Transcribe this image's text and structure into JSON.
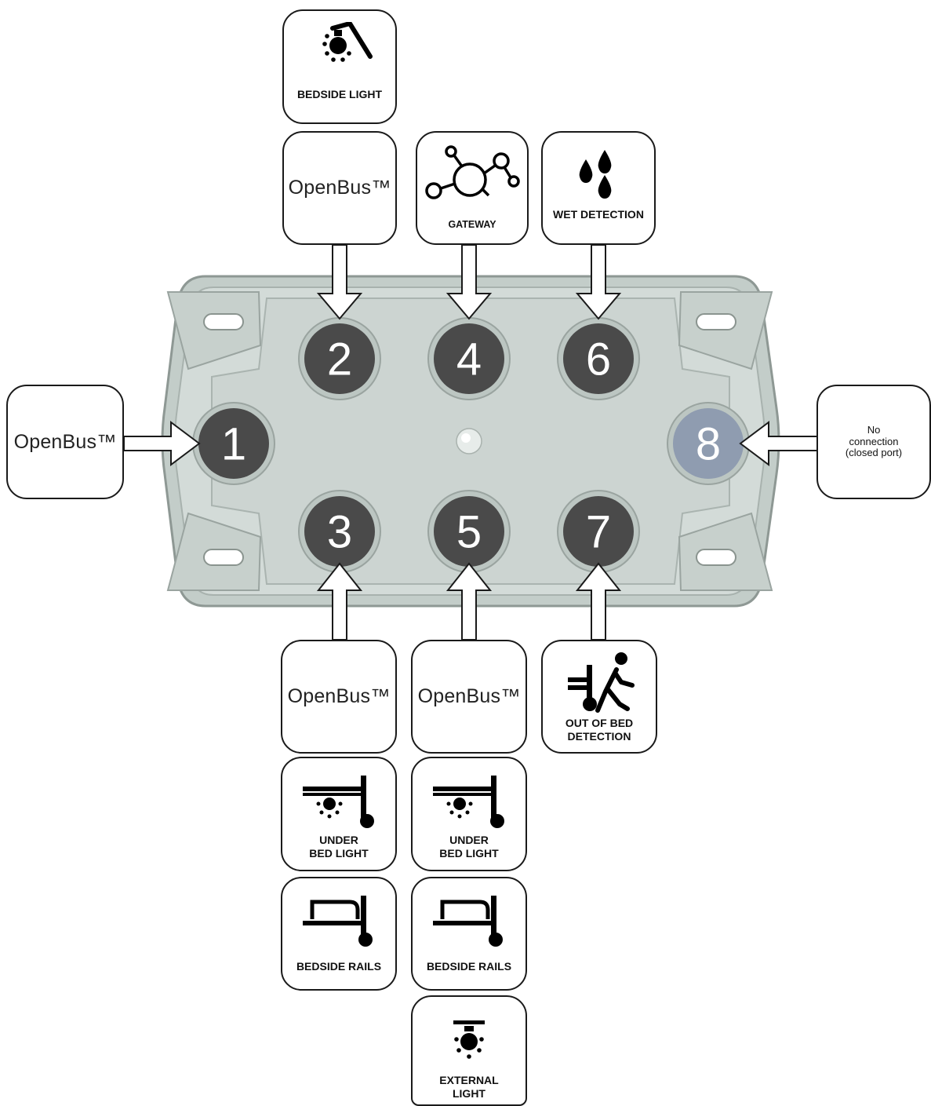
{
  "ports": [
    {
      "number": "1",
      "connections": [
        "OpenBus™"
      ]
    },
    {
      "number": "2",
      "connections": [
        "OpenBus™",
        "BEDSIDE LIGHT"
      ]
    },
    {
      "number": "3",
      "connections": [
        "OpenBus™",
        "UNDER\nBED LIGHT",
        "BEDSIDE RAILS"
      ]
    },
    {
      "number": "4",
      "connections": [
        "GATEWAY"
      ]
    },
    {
      "number": "5",
      "connections": [
        "OpenBus™",
        "UNDER\nBED LIGHT",
        "BEDSIDE RAILS",
        "EXTERNAL\nLIGHT"
      ]
    },
    {
      "number": "6",
      "connections": [
        "WET DETECTION"
      ]
    },
    {
      "number": "7",
      "connections": [
        "OUT OF BED\nDETECTION"
      ]
    },
    {
      "number": "8",
      "connections": [
        "No\nconnection\n(closed port)"
      ]
    }
  ],
  "labels": {
    "openbus": "OpenBus™",
    "bedside_light": "BEDSIDE LIGHT",
    "gateway": "GATEWAY",
    "wet_detection": "WET DETECTION",
    "under_bed_light": "UNDER\nBED LIGHT",
    "bedside_rails": "BEDSIDE RAILS",
    "external_light": "EXTERNAL\nLIGHT",
    "out_of_bed_detection": "OUT OF BED\nDETECTION",
    "no_connection": "No\nconnection\n(closed port)"
  },
  "icons": {
    "bedside_light": "bedside-light-icon",
    "gateway": "gateway-network-icon",
    "wet_detection": "water-drops-icon",
    "under_bed_light": "under-bed-light-icon",
    "bedside_rails": "bedside-rails-icon",
    "external_light": "external-light-icon",
    "out_of_bed_detection": "out-of-bed-person-icon"
  },
  "colors": {
    "port_active": "#4a4a4a",
    "port_closed": "#8f9cb0",
    "housing": "#cdd5d2",
    "border": "#1a1a1a"
  }
}
